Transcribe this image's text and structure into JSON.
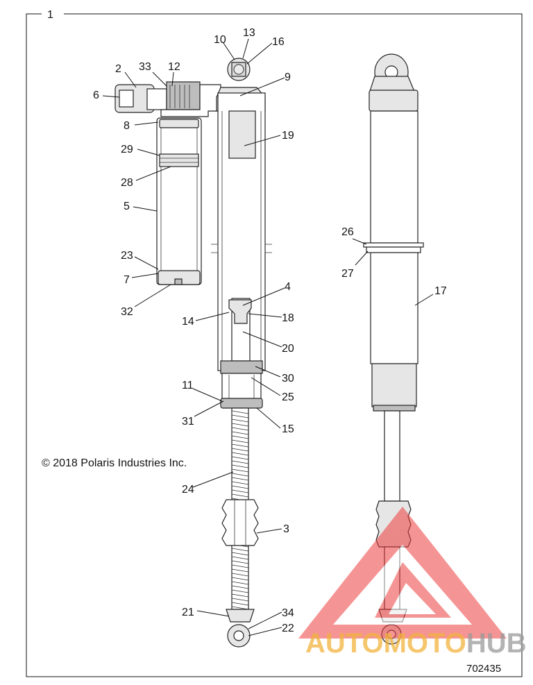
{
  "assembly_callout": "1",
  "copyright": "© 2018 Polaris Industries Inc.",
  "document_number": "702435",
  "watermark": {
    "brand": "AUTOMOTOHUB",
    "part1": "AUTO",
    "part2": "MOTO",
    "part3": "HUB",
    "colors": {
      "triangle": "#ee3d3d",
      "text_orange": "#f2b33d",
      "text_gray": "#9a9a9a"
    }
  },
  "callouts": [
    {
      "id": "c2",
      "text": "2"
    },
    {
      "id": "c3",
      "text": "3"
    },
    {
      "id": "c4",
      "text": "4"
    },
    {
      "id": "c5",
      "text": "5"
    },
    {
      "id": "c6",
      "text": "6"
    },
    {
      "id": "c7",
      "text": "7"
    },
    {
      "id": "c8",
      "text": "8"
    },
    {
      "id": "c9",
      "text": "9"
    },
    {
      "id": "c10",
      "text": "10"
    },
    {
      "id": "c11",
      "text": "11"
    },
    {
      "id": "c12",
      "text": "12"
    },
    {
      "id": "c13",
      "text": "13"
    },
    {
      "id": "c14",
      "text": "14"
    },
    {
      "id": "c15",
      "text": "15"
    },
    {
      "id": "c16",
      "text": "16"
    },
    {
      "id": "c17",
      "text": "17"
    },
    {
      "id": "c18",
      "text": "18"
    },
    {
      "id": "c19",
      "text": "19"
    },
    {
      "id": "c20",
      "text": "20"
    },
    {
      "id": "c21",
      "text": "21"
    },
    {
      "id": "c22",
      "text": "22"
    },
    {
      "id": "c23",
      "text": "23"
    },
    {
      "id": "c24",
      "text": "24"
    },
    {
      "id": "c25",
      "text": "25"
    },
    {
      "id": "c26",
      "text": "26"
    },
    {
      "id": "c27",
      "text": "27"
    },
    {
      "id": "c28",
      "text": "28"
    },
    {
      "id": "c29",
      "text": "29"
    },
    {
      "id": "c30",
      "text": "30"
    },
    {
      "id": "c31",
      "text": "31"
    },
    {
      "id": "c32",
      "text": "32"
    },
    {
      "id": "c33",
      "text": "33"
    },
    {
      "id": "c34",
      "text": "34"
    }
  ]
}
